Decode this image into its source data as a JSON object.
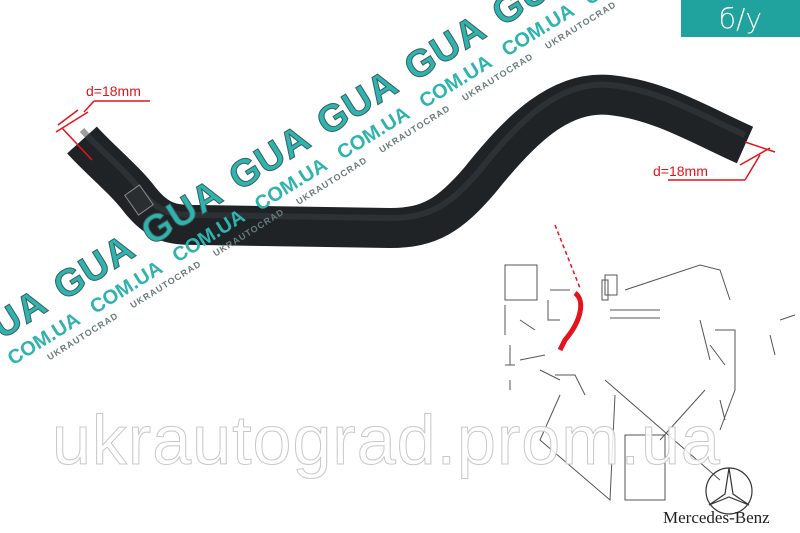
{
  "badge": {
    "label": "б/у",
    "color": "#20a39e"
  },
  "dimensions": {
    "left": "d=18mm",
    "right": "d=18mm",
    "color": "#e3141b"
  },
  "watermark": {
    "brand": "GUA",
    "domain": "COM.UA",
    "company": "UKRAUTOCRAD",
    "site": "ukrautograd.prom.ua"
  },
  "logo": {
    "name": "Mercedes-Benz",
    "icon": "mercedes-star-icon"
  },
  "colors": {
    "hose": "#1f2326",
    "highlight_part": "#e3141b"
  }
}
